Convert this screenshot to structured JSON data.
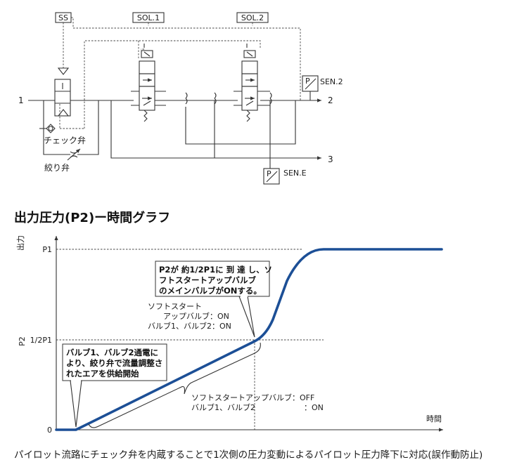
{
  "circuit": {
    "port_in": "1",
    "port_out": "2",
    "port_exh": "3",
    "valve_ss": "SS",
    "valve_sol1": "SOL.1",
    "valve_sol2": "SOL.2",
    "sensor_2": "SEN.2",
    "sensor_e": "SEN.E",
    "sensor_symbol": "P",
    "check_valve": "チェック弁",
    "throttle_valve": "絞り弁"
  },
  "chart_title": "出力圧力(P2)ー時間グラフ",
  "chart_data": {
    "type": "line",
    "ylabel": "出力",
    "xlabel": "時間",
    "y_ticks": [
      "P1",
      "1/2P1",
      "0"
    ],
    "p2_label": "P2",
    "curve_color": "#1c4f96",
    "annotations": {
      "top_box": [
        "P2が 約1/2P1に 到 達 し、ソ",
        "フトスタートアップバルブ",
        "のメインバルブがONする。"
      ],
      "mid_text": [
        "ソフトスタート",
        "アップバルブ：ON",
        "バルブ1、バルブ2：ON"
      ],
      "left_box": [
        "バルブ1、バルブ2通電に",
        "より、絞り弁で流量調整さ",
        "れたエアを供給開始"
      ],
      "bottom_text": [
        "ソフトスタートアップバルブ：OFF",
        "バルブ1、バルブ2",
        "：ON"
      ]
    }
  },
  "caption": "パイロット流路にチェック弁を内蔵することで1次側の圧力変動によるパイロット圧力降下に対応(誤作動防止)"
}
